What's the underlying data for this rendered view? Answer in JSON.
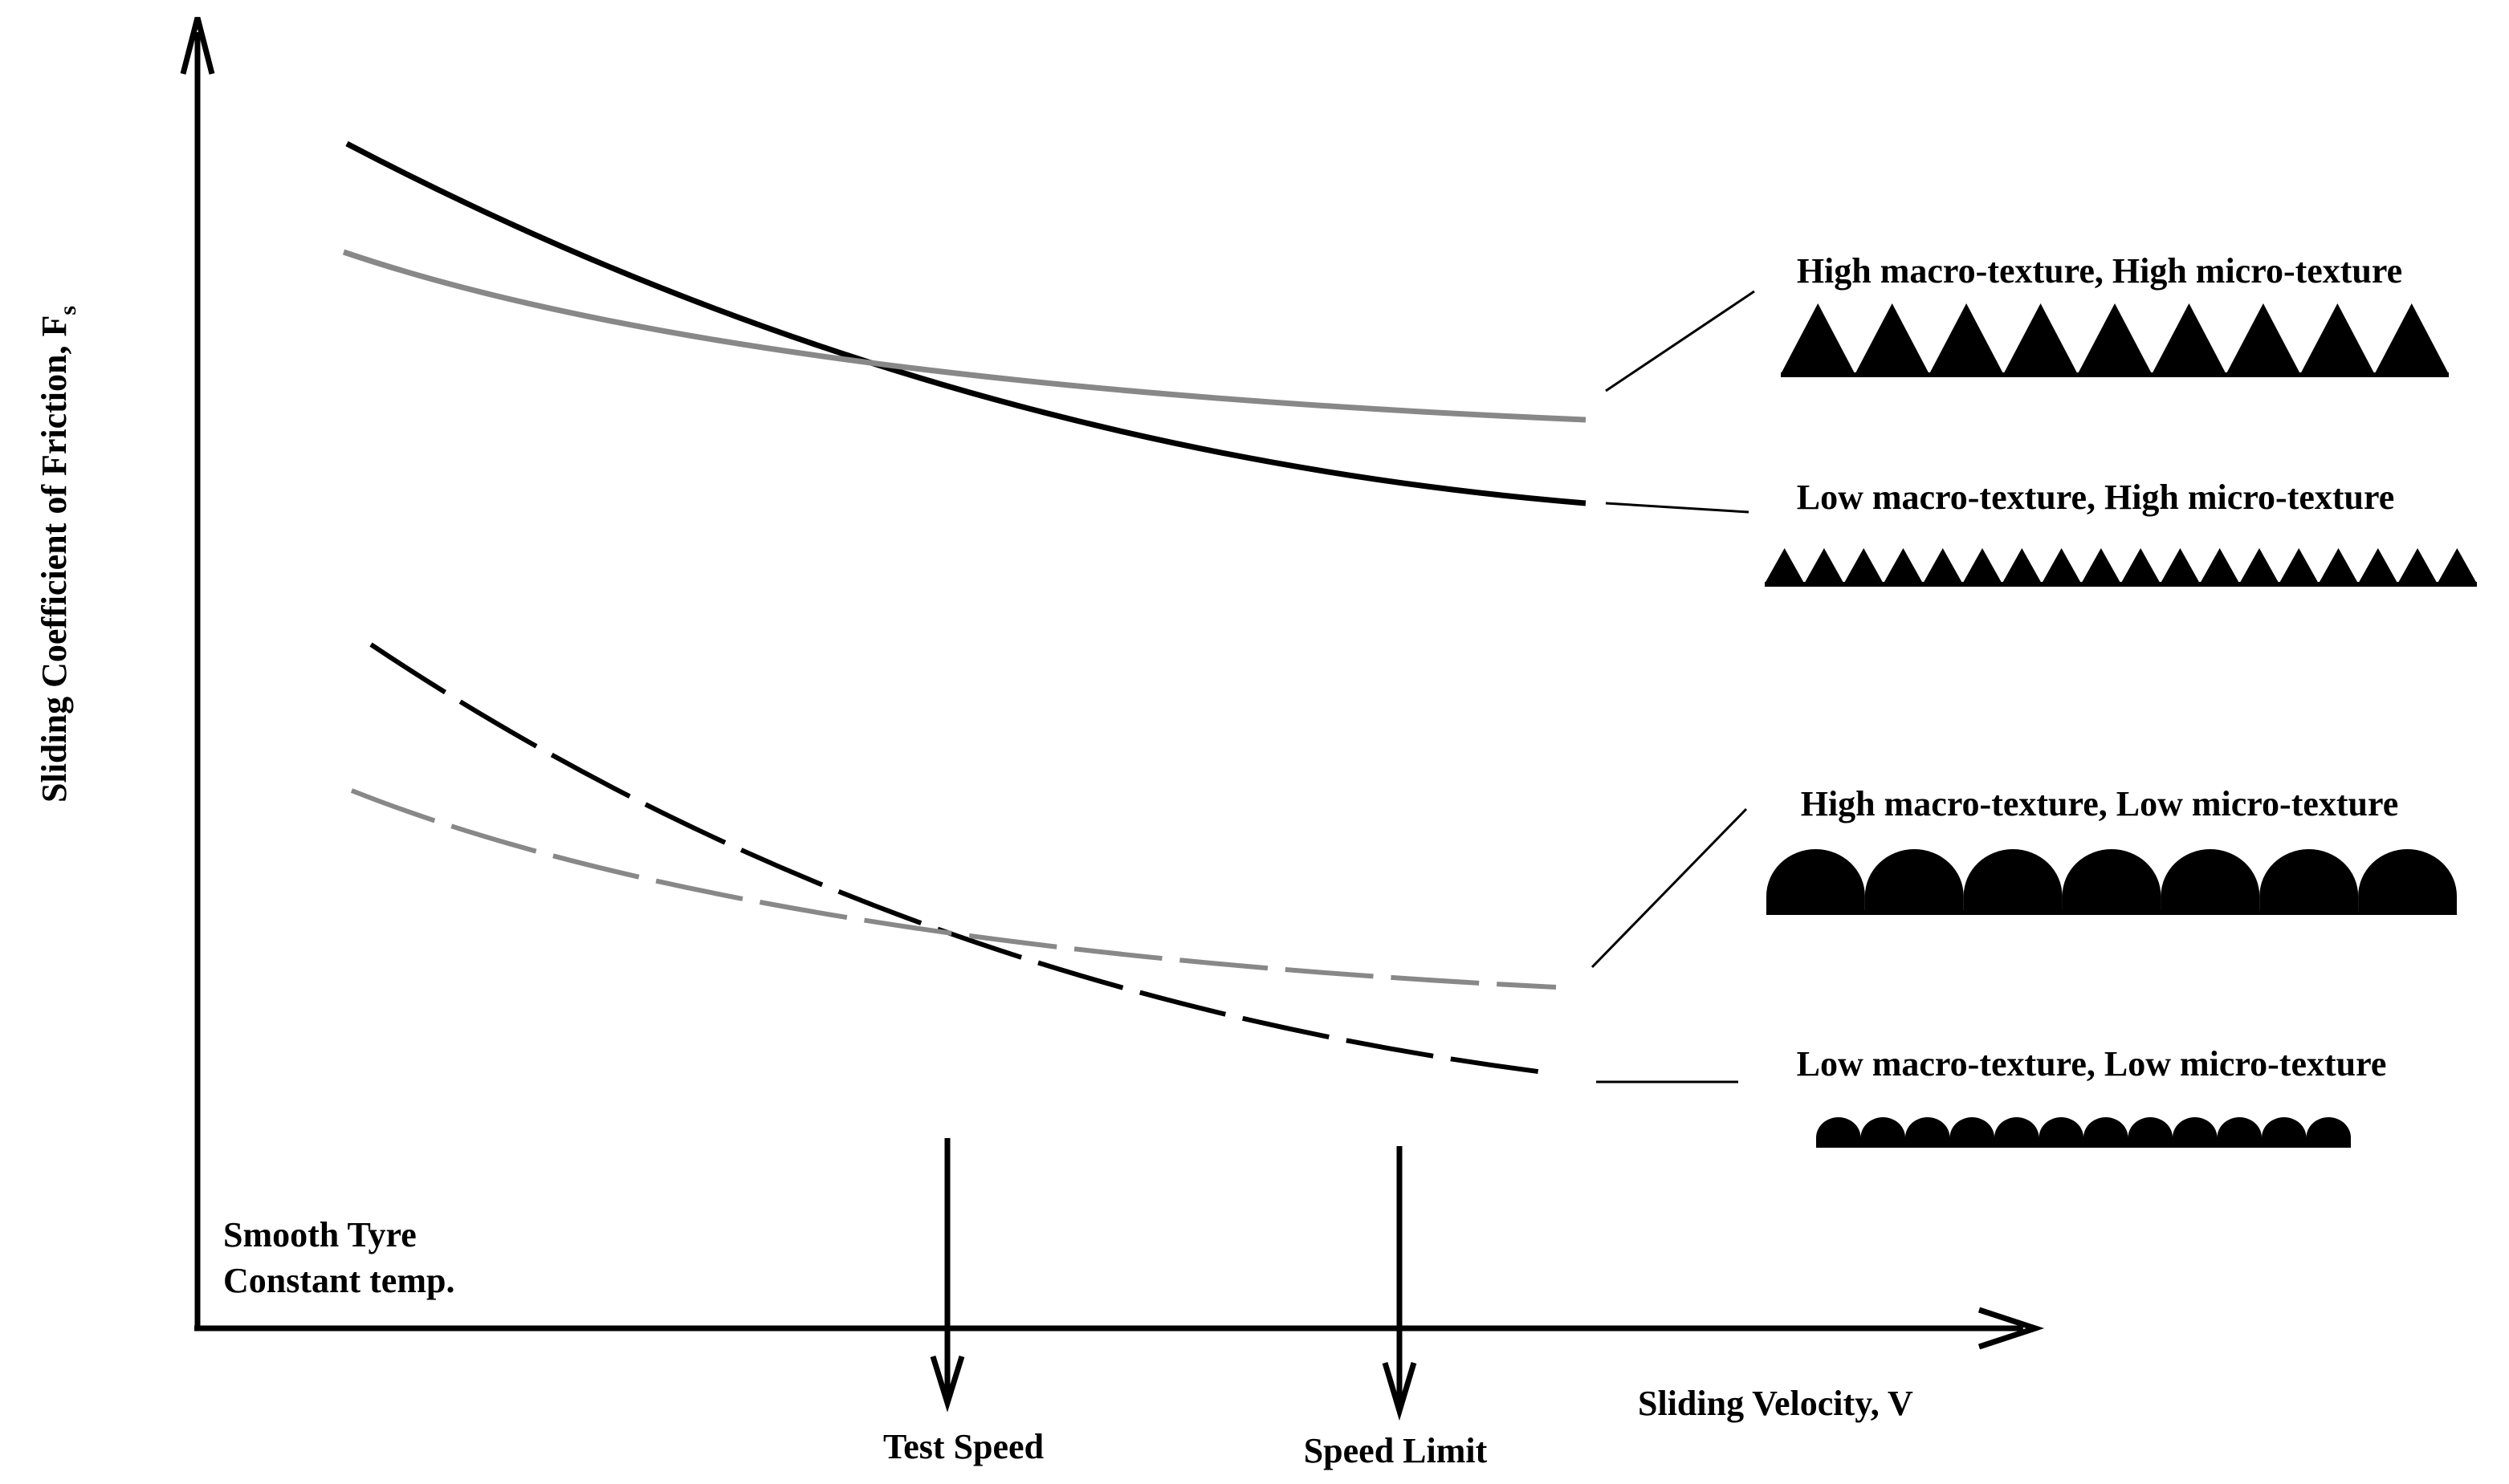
{
  "axes": {
    "y_label": "Sliding Coefficient of  Friction, F",
    "y_label_subscript": "s",
    "x_label": "Sliding Velocity, V"
  },
  "conditions": {
    "line1": "Smooth Tyre",
    "line2": "Constant temp."
  },
  "markers": {
    "test_speed": "Test Speed",
    "speed_limit": "Speed Limit"
  },
  "textures": [
    {
      "label": "High macro-texture, High micro-texture",
      "profile": "large-triangles"
    },
    {
      "label": "Low macro-texture, High micro-texture",
      "profile": "small-triangles"
    },
    {
      "label": "High macro-texture, Low micro-texture",
      "profile": "large-domes"
    },
    {
      "label": "Low macro-texture, Low micro-texture",
      "profile": "small-domes"
    }
  ],
  "colors": {
    "black_curve": "#000000",
    "grey_curve": "#888888"
  }
}
